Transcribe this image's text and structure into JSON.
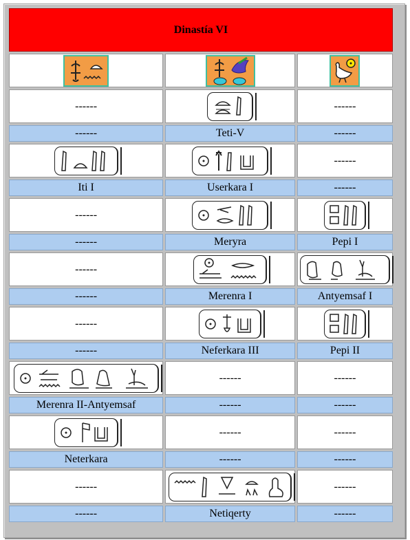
{
  "title": "Dinastía VI",
  "placeholder": "------",
  "header_icons": [
    "horus-falcon-glyph-icon",
    "nebty-vulture-cobra-glyph-icon",
    "sa-ra-goose-sun-glyph-icon"
  ],
  "rows": [
    {
      "cartouches": [
        "none",
        "teti-cartouche",
        "none"
      ],
      "labels": [
        "------",
        "Teti-V",
        "------"
      ]
    },
    {
      "cartouches": [
        "iti-cartouche",
        "userkara-cartouche",
        "none"
      ],
      "labels": [
        "Iti I",
        "Userkara I",
        "------"
      ]
    },
    {
      "cartouches": [
        "none",
        "meryra-cartouche",
        "pepi-cartouche"
      ],
      "labels": [
        "------",
        "Meryra",
        "Pepi I"
      ]
    },
    {
      "cartouches": [
        "none",
        "merenra-cartouche",
        "antyemsaf-cartouche"
      ],
      "labels": [
        "------",
        "Merenra I",
        "Antyemsaf I"
      ]
    },
    {
      "cartouches": [
        "none",
        "neferkara-cartouche",
        "pepi-cartouche"
      ],
      "labels": [
        "------",
        "Neferkara III",
        "Pepi II"
      ]
    },
    {
      "cartouches": [
        "merenra-antyemsaf-cartouche",
        "none",
        "none"
      ],
      "labels": [
        "Merenra II-Antyemsaf",
        "------",
        "------"
      ]
    },
    {
      "cartouches": [
        "neterkara-cartouche",
        "none",
        "none"
      ],
      "labels": [
        "Neterkara",
        "------",
        "------"
      ]
    },
    {
      "cartouches": [
        "none",
        "netiqerty-cartouche",
        "none"
      ],
      "labels": [
        "------",
        "Netiqerty",
        "------"
      ]
    }
  ]
}
